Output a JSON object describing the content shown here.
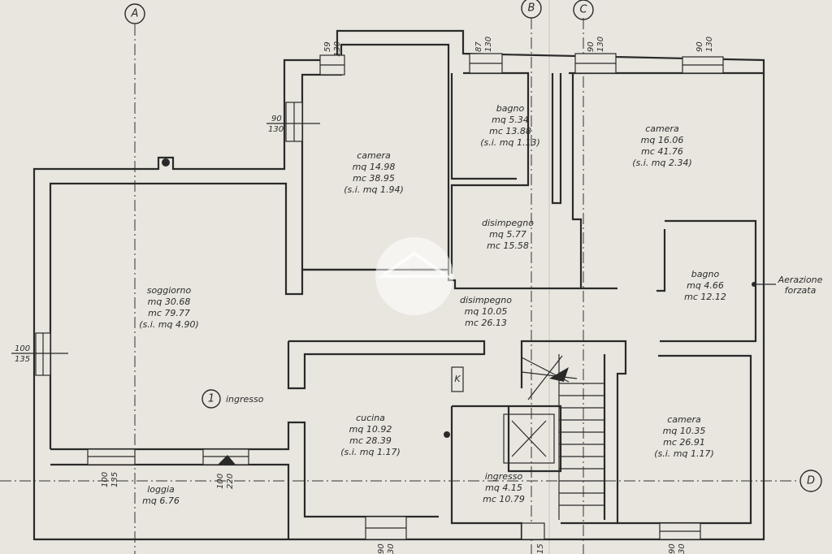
{
  "axes": {
    "A": "A",
    "B": "B",
    "C": "C",
    "D": "D"
  },
  "rooms": {
    "camera1": {
      "name": "camera",
      "mq": "mq   14.98",
      "mc": "mc   38.95",
      "si": "(s.i.  mq  1.94)"
    },
    "bagno1": {
      "name": "bagno",
      "mq": "mq   5.34",
      "mc": "mc   13.88",
      "si": "(s.i.  mq  1.13)"
    },
    "camera2": {
      "name": "camera",
      "mq": "mq   16.06",
      "mc": "mc   41.76",
      "si": "(s.i.  mq  2.34)"
    },
    "disimpegno1": {
      "name": "disimpegno",
      "mq": "mq   5.77",
      "mc": "mc   15.58"
    },
    "soggiorno": {
      "name": "soggiorno",
      "mq": "mq   30.68",
      "mc": "mc   79.77",
      "si": "(s.i.  mq  4.90)"
    },
    "disimpegno2": {
      "name": "disimpegno",
      "mq": "mq   10.05",
      "mc": "mc   26.13"
    },
    "bagno2": {
      "name": "bagno",
      "mq": "mq  4.66",
      "mc": "mc   12.12"
    },
    "cucina": {
      "name": "cucina",
      "mq": "mq   10.92",
      "mc": "mc   28.39",
      "si": "(s.i.  mq  1.17)"
    },
    "camera3": {
      "name": "camera",
      "mq": "mq   10.35",
      "mc": "mc   26.91",
      "si": "(s.i.  mq  1.17)"
    },
    "ingresso2": {
      "name": "ingresso",
      "mq": "mq   4.15",
      "mc": "mc   10.79"
    },
    "loggia": {
      "name": "loggia",
      "mq": "mq   6.76"
    }
  },
  "entry": {
    "number": "1",
    "label": "ingresso"
  },
  "aeration": {
    "line1": "Aerazione",
    "line2": "forzata"
  },
  "k_symbol": "K",
  "openings": {
    "o1": {
      "top": "59",
      "bottom": "130"
    },
    "o2": {
      "top": "87",
      "bottom": "130"
    },
    "o3": {
      "top": "90",
      "bottom": "130"
    },
    "o4": {
      "top": "90",
      "bottom": "130"
    },
    "o5": {
      "top": "90",
      "bottom": "130"
    },
    "o6": {
      "top": "100",
      "bottom": "135"
    },
    "o7": {
      "top": "100",
      "bottom": "135"
    },
    "o8": {
      "top": "100",
      "bottom": "220"
    },
    "o9": {
      "top": "90",
      "bottom": "30"
    },
    "o10": {
      "top": "90",
      "bottom": "30"
    },
    "o11": {
      "top": "15",
      "bottom": ""
    }
  }
}
